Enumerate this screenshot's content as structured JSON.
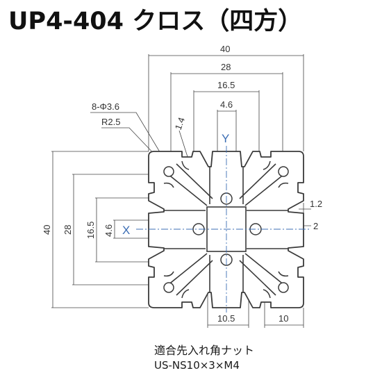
{
  "title": "UP4-404 クロス（四方）",
  "drawing": {
    "width_dims": {
      "d40": "40",
      "d28": "28",
      "d16_5": "16.5",
      "d4_6": "4.6"
    },
    "height_dims": {
      "d40": "40",
      "d28": "28",
      "d16_5": "16.5",
      "d4_6": "4.6"
    },
    "notes": {
      "holes": "8-Φ3.6",
      "radius": "R2.5",
      "wall": "1.4",
      "lip": "1.2",
      "slot_depth": "2"
    },
    "bottom_dims": {
      "d10_5": "10.5",
      "d10": "10"
    },
    "axes": {
      "y": "Y",
      "x": "X"
    },
    "colors": {
      "line": "#3a3a3a",
      "axis": "#3c6eb4",
      "profile_fill": "#ffffff"
    }
  },
  "caption": {
    "line1": "適合先入れ角ナット",
    "line2": "US-NS10×3×M4"
  }
}
